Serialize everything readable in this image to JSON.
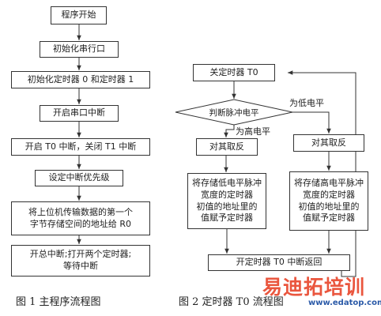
{
  "fig1": {
    "steps": [
      "程序开始",
      "初始化串行口",
      "初始化定时器 0 和定时器 1",
      "开启串口中断",
      "开启 T0 中断，关闭 T1 中断",
      "设定中断优先级",
      "将上位机传输数据的第一个\n字节存储空间的地址给 R0",
      "开总中断;打开两个定时器;\n等待中断"
    ],
    "caption": "图 1   主程序流程图"
  },
  "fig2": {
    "start": "关定时器 T0",
    "decision": "判断脉冲电平",
    "low_label": "为低电平",
    "high_label": "为高电平",
    "left_action": "对其取反",
    "right_action": "对其取反",
    "left_store": "将存储低电平脉冲\n宽度的定时器\n初值的地址里的\n值赋予定时器",
    "right_store": "将存储高电平脉冲\n宽度的定时器\n初值的地址里的\n值赋予定时器",
    "end": "开定时器 T0  中断返回",
    "caption": "图 2   定时器 T0 流程图"
  },
  "watermark": {
    "main": "易迪拓培训",
    "sub": "www.edatop.com",
    "colors": {
      "main": "#e8442a",
      "sub": "#2b5aa8"
    }
  }
}
